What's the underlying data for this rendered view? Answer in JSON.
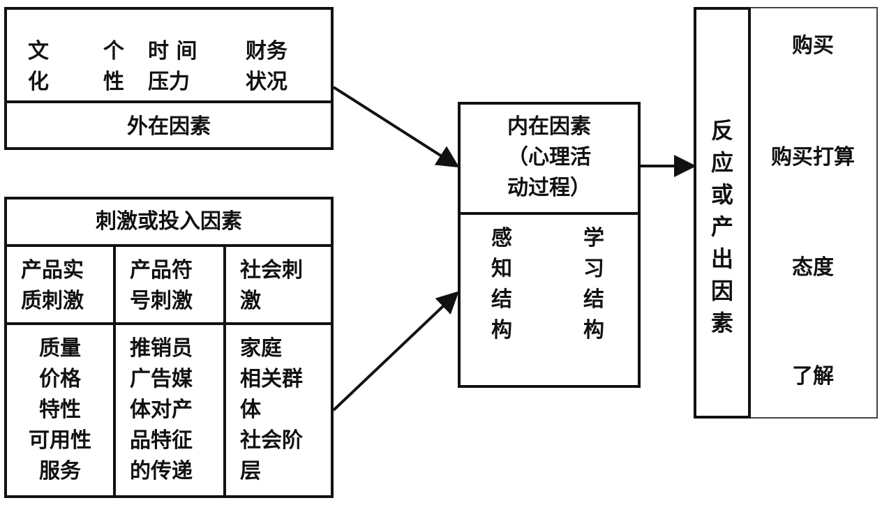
{
  "external": {
    "title": "外在因素",
    "items": [
      {
        "l1": "文",
        "l2": "化"
      },
      {
        "l1": "个",
        "l2": "性"
      },
      {
        "l1": "时 间",
        "l2": "压力"
      },
      {
        "l1": "财务",
        "l2": "状况"
      }
    ]
  },
  "stimulus": {
    "title": "刺激或投入因素",
    "col1": {
      "header": [
        "产品实",
        "质刺激"
      ],
      "items": [
        "质量",
        "价格",
        "特性",
        "可用性",
        "服务"
      ]
    },
    "col2": {
      "header": [
        "产品符",
        "号刺激"
      ],
      "items": [
        "推销员",
        "广告媒",
        "体对产",
        "品特征",
        "的传递"
      ]
    },
    "col3": {
      "header": [
        "社会刺",
        "激"
      ],
      "items": [
        "家庭",
        "相关群",
        "体",
        "社会阶",
        "层"
      ]
    }
  },
  "internal": {
    "title": [
      "内在因素",
      "（心理活",
      "动过程）"
    ],
    "left": [
      "感",
      "知",
      "结",
      "构"
    ],
    "right": [
      "学",
      "习",
      "结",
      "构"
    ]
  },
  "response": {
    "title": [
      "反",
      "应",
      "或",
      "产",
      "出",
      "因",
      "素"
    ],
    "steps": [
      "购买",
      "购买打算",
      "态度",
      "了解"
    ]
  }
}
